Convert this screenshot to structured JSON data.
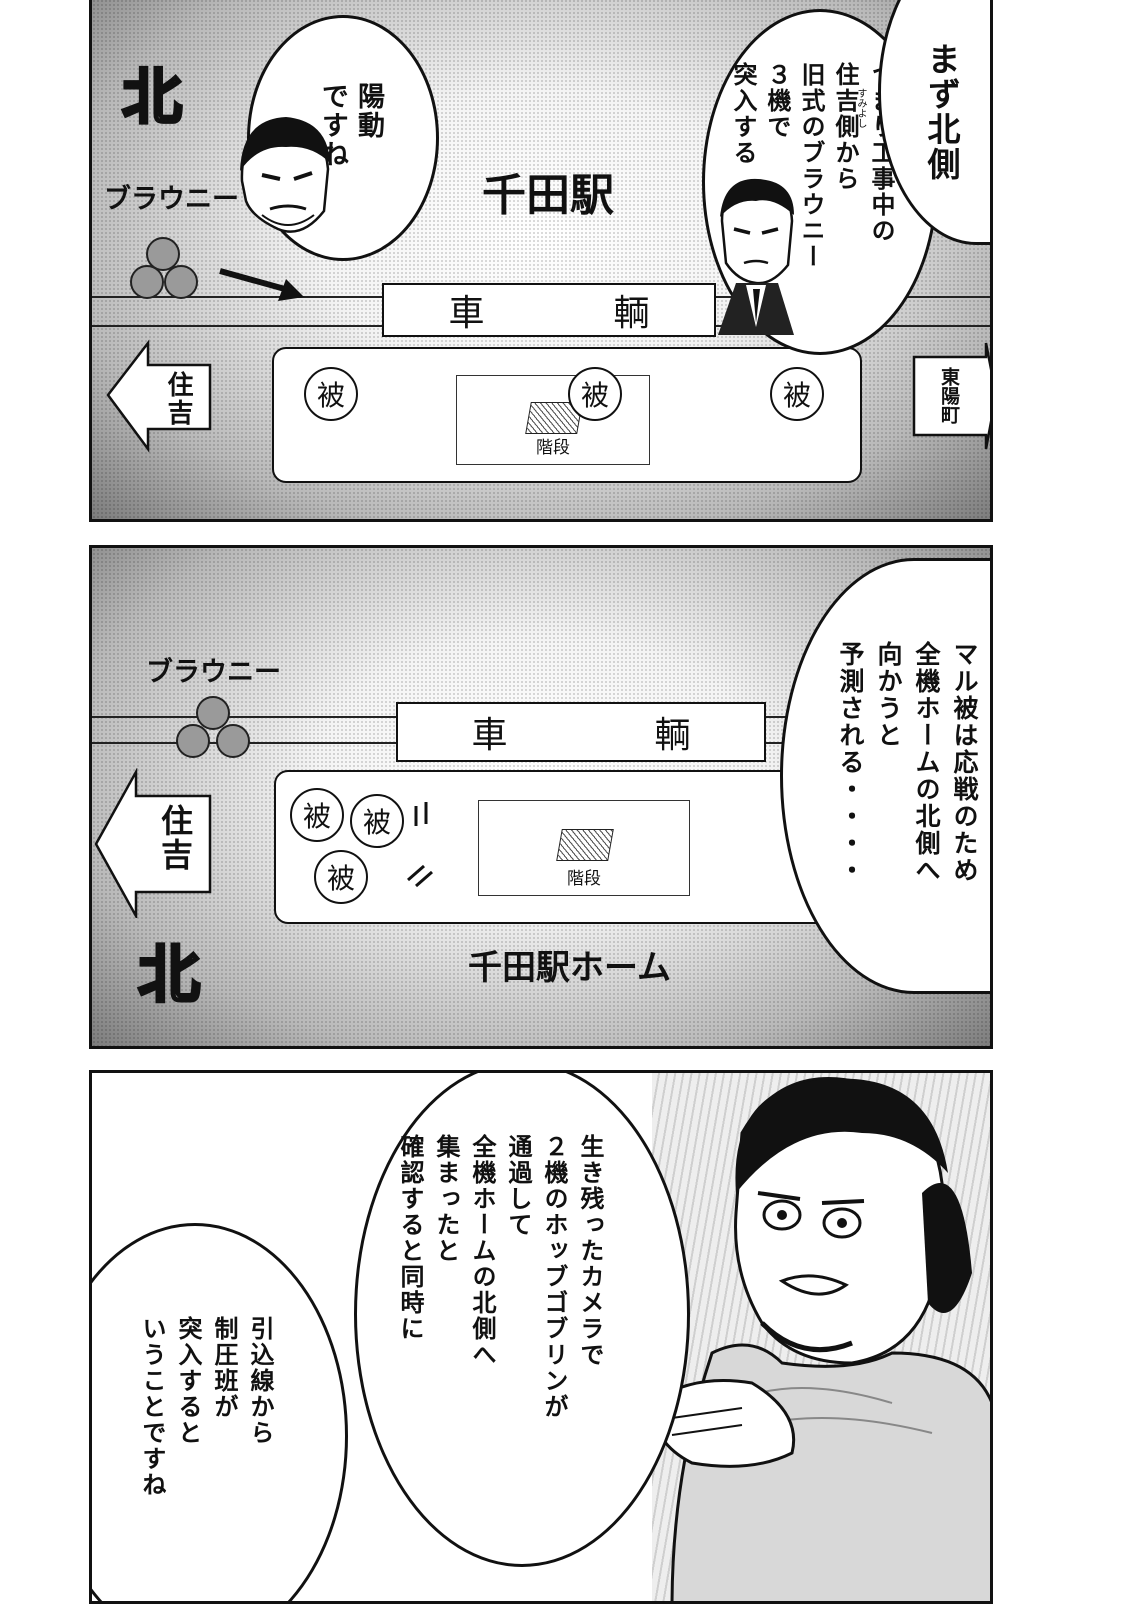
{
  "panel1": {
    "compass": "北",
    "unit_label": "ブラウニー",
    "station_label": "千田駅",
    "car_chars": [
      "車",
      "輌"
    ],
    "left_sign": "住吉",
    "right_sign": "東陽町",
    "enemy_marker": "被",
    "stairs_label": "階段",
    "bubble_left": [
      "陽動",
      "ですね"
    ],
    "bubble_right_lines": [
      "つまり工事中の",
      "住吉側から",
      "旧式のブラウニー",
      "３機で",
      "突入する"
    ],
    "furigana": "すみよし",
    "bubble_top": [
      "まず北側"
    ]
  },
  "panel2": {
    "unit_label": "ブラウニー",
    "car_chars": [
      "車",
      "輌"
    ],
    "left_sign": "住吉",
    "enemy_marker": "被",
    "stairs_label": "階段",
    "compass": "北",
    "platform_label": "千田駅ホーム",
    "bubble_lines": [
      "マル被は応戦のため",
      "全機ホームの北側へ",
      "向かうと",
      "予測される・・・・"
    ]
  },
  "panel3": {
    "bubble_right_lines": [
      "生き残ったカメラで",
      "２機のホッブゴブリンが",
      "通過して",
      "全機ホームの北側へ",
      "集まったと",
      "確認すると同時に"
    ],
    "bubble_left_lines": [
      "引込線から",
      "制圧班が",
      "突入すると",
      "いうことですね"
    ]
  }
}
